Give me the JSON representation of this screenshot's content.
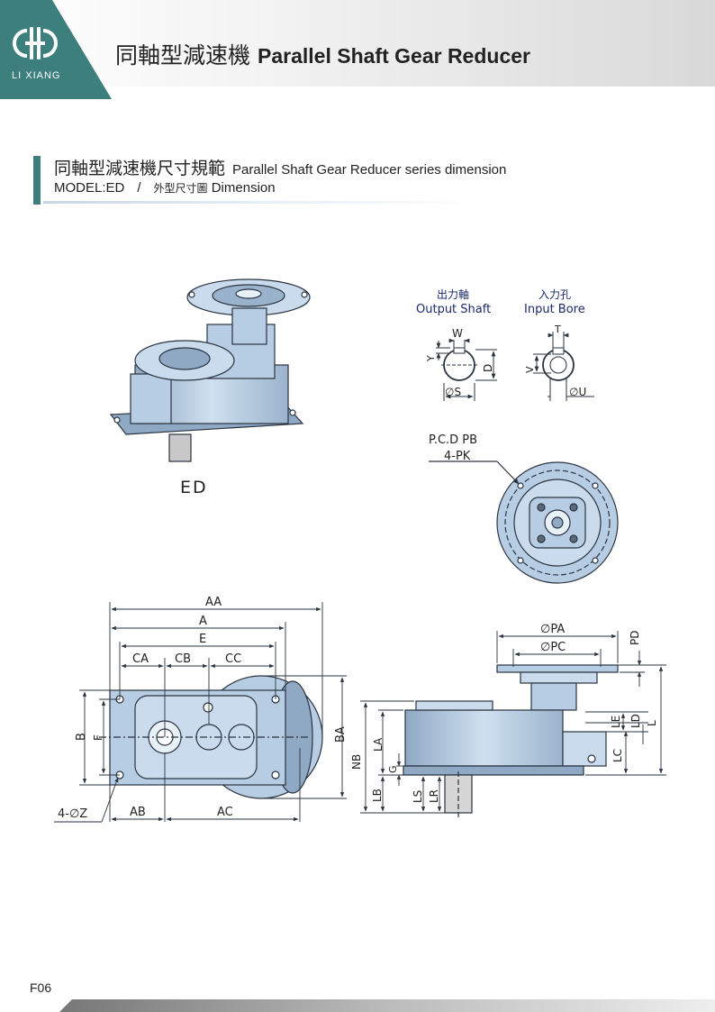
{
  "header": {
    "logo_text": "LI XIANG",
    "title_zh": "同軸型減速機",
    "title_en": "Parallel Shaft Gear Reducer"
  },
  "section": {
    "title_zh": "同軸型減速機尺寸規範",
    "title_en": "Parallel Shaft Gear Reducer series dimension",
    "model": "MODEL:ED",
    "separator": "/",
    "sub_zh": "外型尺寸圖",
    "sub_en": "Dimension"
  },
  "product_label": "ED",
  "output_shaft": {
    "label_zh": "出力軸",
    "label_en": "Output Shaft",
    "dims": [
      "W",
      "Y",
      "D",
      "∅S"
    ]
  },
  "input_bore": {
    "label_zh": "入力孔",
    "label_en": "Input Bore",
    "dims": [
      "T",
      "V",
      "∅U"
    ]
  },
  "flange": {
    "pcd": "P.C.D PB",
    "holes": "4-PK"
  },
  "front_view": {
    "dims": [
      "AA",
      "A",
      "E",
      "CA",
      "CB",
      "CC",
      "B",
      "F",
      "BA",
      "4-∅Z",
      "AB",
      "AC"
    ]
  },
  "side_view": {
    "dims": [
      "∅PA",
      "∅PC",
      "PD",
      "NB",
      "LA",
      "G",
      "LB",
      "LS",
      "LR",
      "LE",
      "LD",
      "LC",
      "L"
    ]
  },
  "colors": {
    "accent": "#3d7f7c",
    "body": "#b7cde3",
    "body_dark": "#8fa9c4",
    "outline": "#2a3340"
  },
  "page_number": "F06"
}
